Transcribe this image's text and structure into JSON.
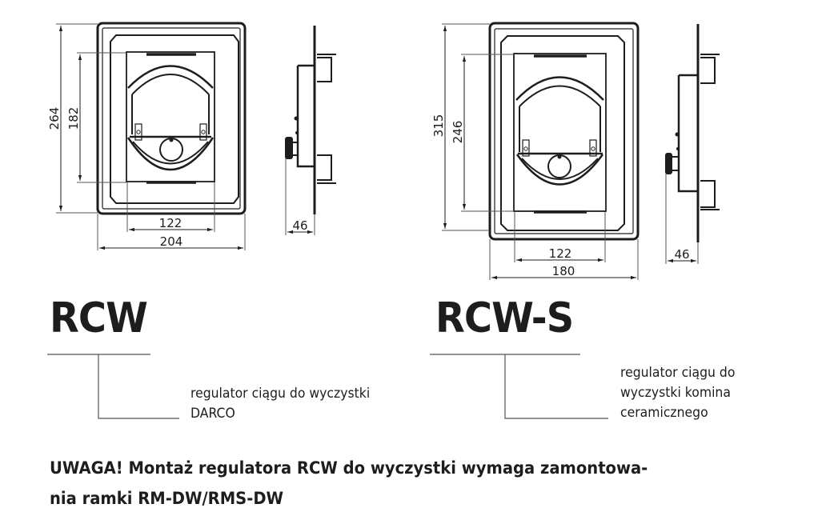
{
  "products": [
    {
      "model": "RCW",
      "description": "regulator ciągu do wyczystki\nDARCO",
      "dimensions": {
        "outer_height": "264",
        "inner_height": "182",
        "inner_width": "122",
        "outer_width": "204",
        "depth": "46"
      }
    },
    {
      "model": "RCW-S",
      "description": "regulator ciągu do\nwyczystki komina\nceramicznego",
      "dimensions": {
        "outer_height": "315",
        "inner_height": "246",
        "inner_width": "122",
        "outer_width": "180",
        "depth": "46"
      }
    }
  ],
  "note": {
    "line1": "UWAGA! Montaż regulatora RCW do wyczystki wymaga zamontowa-",
    "line2": "nia ramki RM-DW/RMS-DW"
  },
  "colors": {
    "ink": "#1d1d1b",
    "dim_line": "#555555"
  }
}
